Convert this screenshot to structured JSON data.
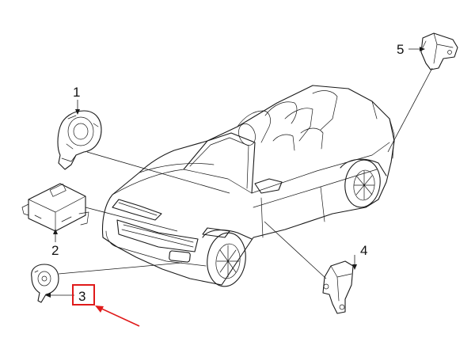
{
  "callouts": [
    {
      "label": "1"
    },
    {
      "label": "2"
    },
    {
      "label": "3"
    },
    {
      "label": "4"
    },
    {
      "label": "5"
    }
  ],
  "colors": {
    "highlight": "#e01a1a",
    "line": "#1a1a1a"
  },
  "highlighted_callout": "3"
}
